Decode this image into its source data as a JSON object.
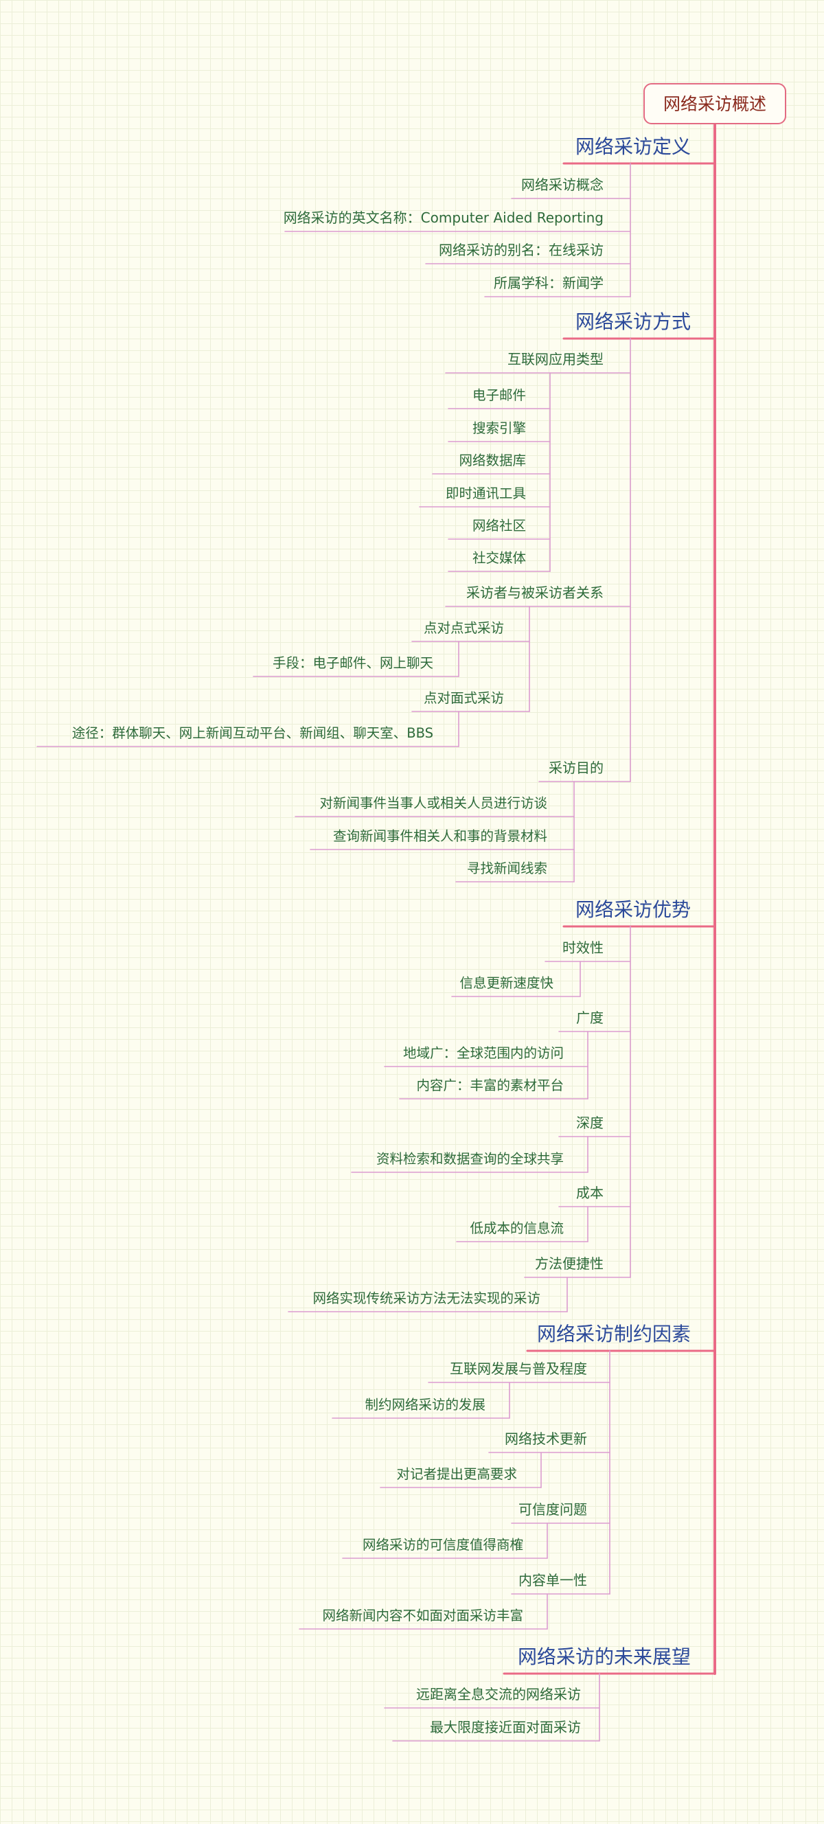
{
  "title": "网络采访概述",
  "colors": {
    "trunk": "#ea6a86",
    "branch": "#dc9ccf",
    "l1_text": "#2c4a9a",
    "leaf_text": "#2d6a3a",
    "root_text": "#8a2a1e"
  },
  "sections": [
    {
      "label": "网络采访定义",
      "children": [
        {
          "label": "网络采访概念"
        },
        {
          "label": "网络采访的英文名称：Computer Aided Reporting"
        },
        {
          "label": "网络采访的别名：在线采访"
        },
        {
          "label": "所属学科：新闻学"
        }
      ]
    },
    {
      "label": "网络采访方式",
      "children": [
        {
          "label": "互联网应用类型",
          "children": [
            {
              "label": "电子邮件"
            },
            {
              "label": "搜索引擎"
            },
            {
              "label": "网络数据库"
            },
            {
              "label": "即时通讯工具"
            },
            {
              "label": "网络社区"
            },
            {
              "label": "社交媒体"
            }
          ]
        },
        {
          "label": "采访者与被采访者关系",
          "children": [
            {
              "label": "点对点式采访",
              "children": [
                {
                  "label": "手段：电子邮件、网上聊天"
                }
              ]
            },
            {
              "label": "点对面式采访",
              "children": [
                {
                  "label": "途径：群体聊天、网上新闻互动平台、新闻组、聊天室、BBS"
                }
              ]
            }
          ]
        },
        {
          "label": "采访目的",
          "children": [
            {
              "label": "对新闻事件当事人或相关人员进行访谈"
            },
            {
              "label": "查询新闻事件相关人和事的背景材料"
            },
            {
              "label": "寻找新闻线索"
            }
          ]
        }
      ]
    },
    {
      "label": "网络采访优势",
      "children": [
        {
          "label": "时效性",
          "children": [
            {
              "label": "信息更新速度快"
            }
          ]
        },
        {
          "label": "广度",
          "children": [
            {
              "label": "地域广：全球范围内的访问"
            },
            {
              "label": "内容广：丰富的素材平台"
            }
          ]
        },
        {
          "label": "深度",
          "children": [
            {
              "label": "资料检索和数据查询的全球共享"
            }
          ]
        },
        {
          "label": "成本",
          "children": [
            {
              "label": "低成本的信息流"
            }
          ]
        },
        {
          "label": "方法便捷性",
          "children": [
            {
              "label": "网络实现传统采访方法无法实现的采访"
            }
          ]
        }
      ]
    },
    {
      "label": "网络采访制约因素",
      "children": [
        {
          "label": "互联网发展与普及程度",
          "children": [
            {
              "label": "制约网络采访的发展"
            }
          ]
        },
        {
          "label": "网络技术更新",
          "children": [
            {
              "label": "对记者提出更高要求"
            }
          ]
        },
        {
          "label": "可信度问题",
          "children": [
            {
              "label": "网络采访的可信度值得商榷"
            }
          ]
        },
        {
          "label": "内容单一性",
          "children": [
            {
              "label": "网络新闻内容不如面对面采访丰富"
            }
          ]
        }
      ]
    },
    {
      "label": "网络采访的未来展望",
      "children": [
        {
          "label": "远距离全息交流的网络采访"
        },
        {
          "label": "最大限度接近面对面采访"
        }
      ]
    }
  ]
}
